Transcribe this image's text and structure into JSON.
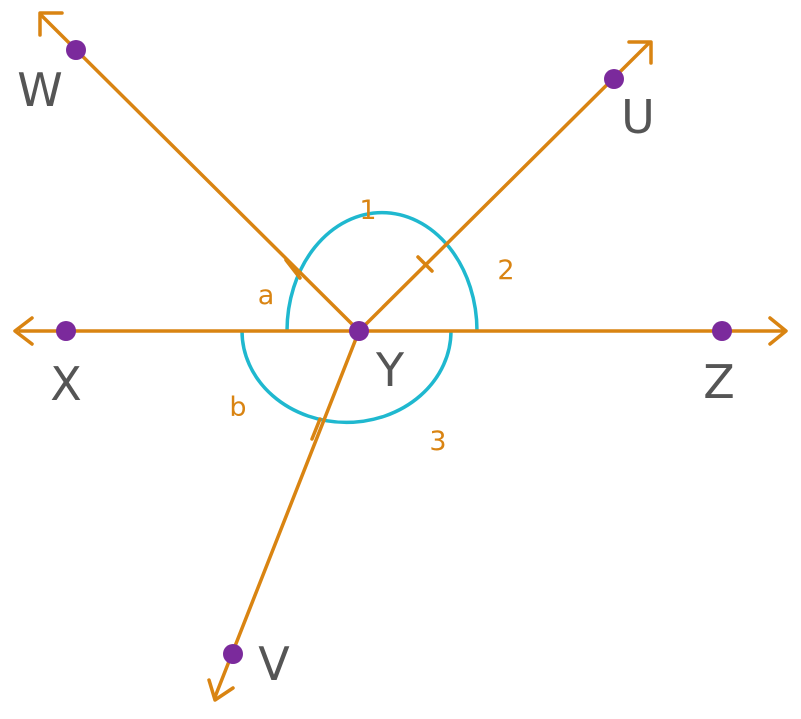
{
  "diagram": {
    "colors": {
      "line": "#d98412",
      "arc": "#1fb8cf",
      "point": "#7b2a9c",
      "point_label": "#555555",
      "angle_label": "#d98412",
      "background": "#ffffff"
    },
    "points": {
      "w": {
        "label": "W"
      },
      "u": {
        "label": "U"
      },
      "x": {
        "label": "X"
      },
      "y": {
        "label": "Y"
      },
      "z": {
        "label": "Z"
      },
      "v": {
        "label": "V"
      }
    },
    "angles": {
      "a": {
        "label": "a"
      },
      "b": {
        "label": "b"
      },
      "one": {
        "label": "1"
      },
      "two": {
        "label": "2"
      },
      "three": {
        "label": "3"
      }
    }
  }
}
